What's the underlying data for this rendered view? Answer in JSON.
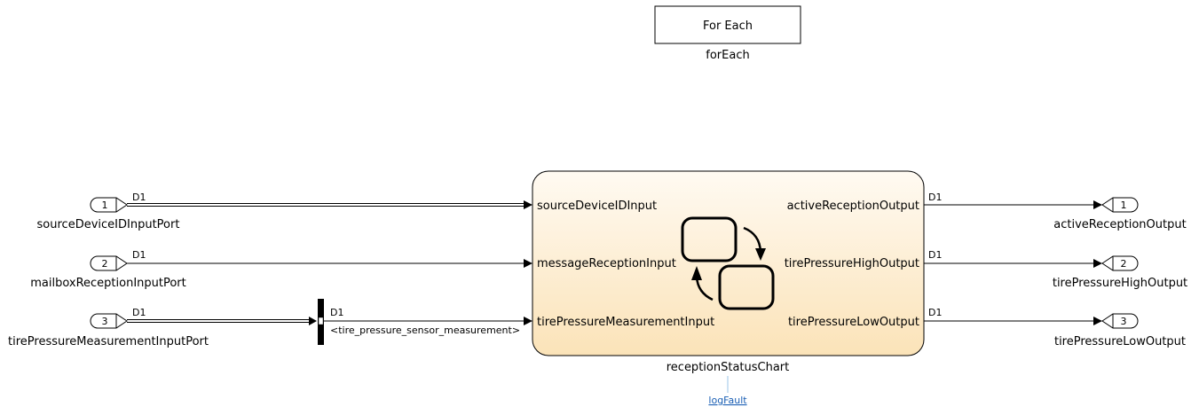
{
  "foreach_block": {
    "text": "For Each",
    "name": "forEach"
  },
  "dimension_label": "D1",
  "inports": [
    {
      "number": "1",
      "name": "sourceDeviceIDInputPort"
    },
    {
      "number": "2",
      "name": "mailboxReceptionInputPort"
    },
    {
      "number": "3",
      "name": "tirePressureMeasurementInputPort"
    }
  ],
  "bus_selector": {
    "signal_label": "<tire_pressure_sensor_measurement>"
  },
  "chart": {
    "name": "receptionStatusChart",
    "inputs": [
      "sourceDeviceIDInput",
      "messageReceptionInput",
      "tirePressureMeasurementInput"
    ],
    "outputs": [
      "activeReceptionOutput",
      "tirePressureHighOutput",
      "tirePressureLowOutput"
    ],
    "link_text": "logFault"
  },
  "outports": [
    {
      "number": "1",
      "name": "activeReceptionOutput"
    },
    {
      "number": "2",
      "name": "tirePressureHighOutput"
    },
    {
      "number": "3",
      "name": "tirePressureLowOutput"
    }
  ],
  "colors": {
    "chart_fill_top": "#fffaf0",
    "chart_fill_bottom": "#fbe2b6",
    "link": "#1a5fb4"
  }
}
